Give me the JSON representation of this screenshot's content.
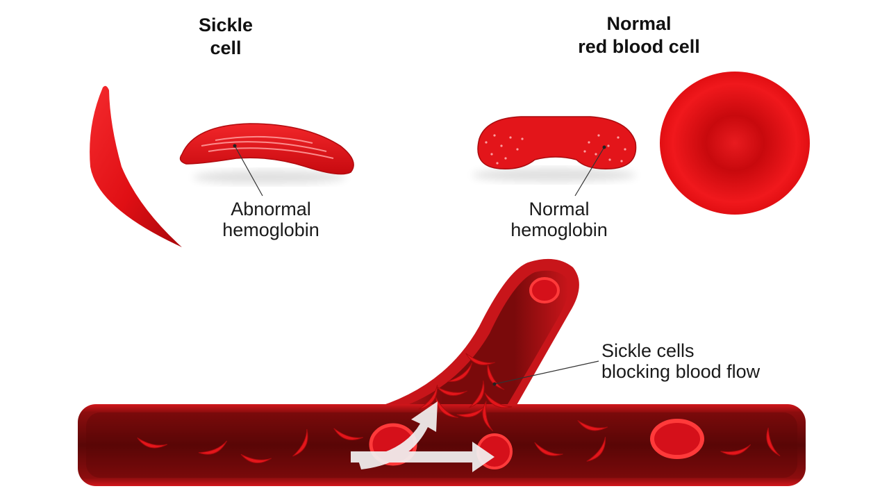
{
  "titles": {
    "sickle_cell": [
      "Sickle",
      "cell"
    ],
    "normal_cell": [
      "Normal",
      "red blood cell"
    ]
  },
  "captions": {
    "abnormal_hemoglobin": [
      "Abnormal",
      "hemoglobin"
    ],
    "normal_hemoglobin": [
      "Normal",
      "hemoglobin"
    ],
    "blocking": [
      "Sickle cells",
      "blocking blood flow"
    ]
  },
  "colors": {
    "cell_red": "#e8141a",
    "cell_dark": "#b30a0e",
    "vessel_dark": "#6e0a0a",
    "vessel_wall": "#c8151a",
    "arrow": "#f2f2f2"
  }
}
